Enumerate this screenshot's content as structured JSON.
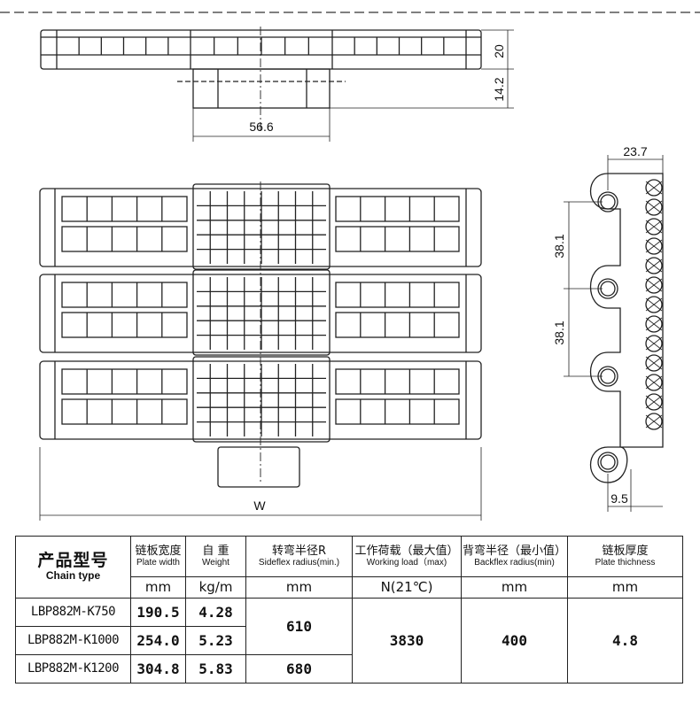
{
  "drawing": {
    "dimensions": {
      "height_top": "20",
      "height_bottom": "14.2",
      "tab_width": "56.6",
      "width_label": "W",
      "side_width": "23.7",
      "pitch_1": "38.1",
      "pitch_2": "38.1",
      "side_offset": "9.5"
    }
  },
  "table": {
    "headers": {
      "chain_type_cn": "产品型号",
      "chain_type_en": "Chain type",
      "plate_width_cn": "链板宽度",
      "plate_width_en": "Plate width",
      "weight_cn": "自 重",
      "weight_en": "Weight",
      "sideflex_cn": "转弯半径R",
      "sideflex_en": "Sideflex radius(min.)",
      "working_load_cn": "工作荷载（最大值）",
      "working_load_en": "Working load（max)",
      "backflex_cn": "背弯半径（最小值）",
      "backflex_en": "Backflex radius(min)",
      "thickness_cn": "链板厚度",
      "thickness_en": "Plate thichness"
    },
    "units": {
      "plate_width": "mm",
      "weight": "kg/m",
      "sideflex": "mm",
      "working_load": "N(21℃)",
      "backflex": "mm",
      "thickness": "mm"
    },
    "rows": [
      {
        "model": "LBP882M-K750",
        "plate_width": "190.5",
        "weight": "4.28"
      },
      {
        "model": "LBP882M-K1000",
        "plate_width": "254.0",
        "weight": "5.23"
      },
      {
        "model": "LBP882M-K1200",
        "plate_width": "304.8",
        "weight": "5.83"
      }
    ],
    "merged": {
      "sideflex_a": "610",
      "sideflex_b": "680",
      "working_load": "3830",
      "backflex": "400",
      "thickness": "4.8"
    }
  }
}
